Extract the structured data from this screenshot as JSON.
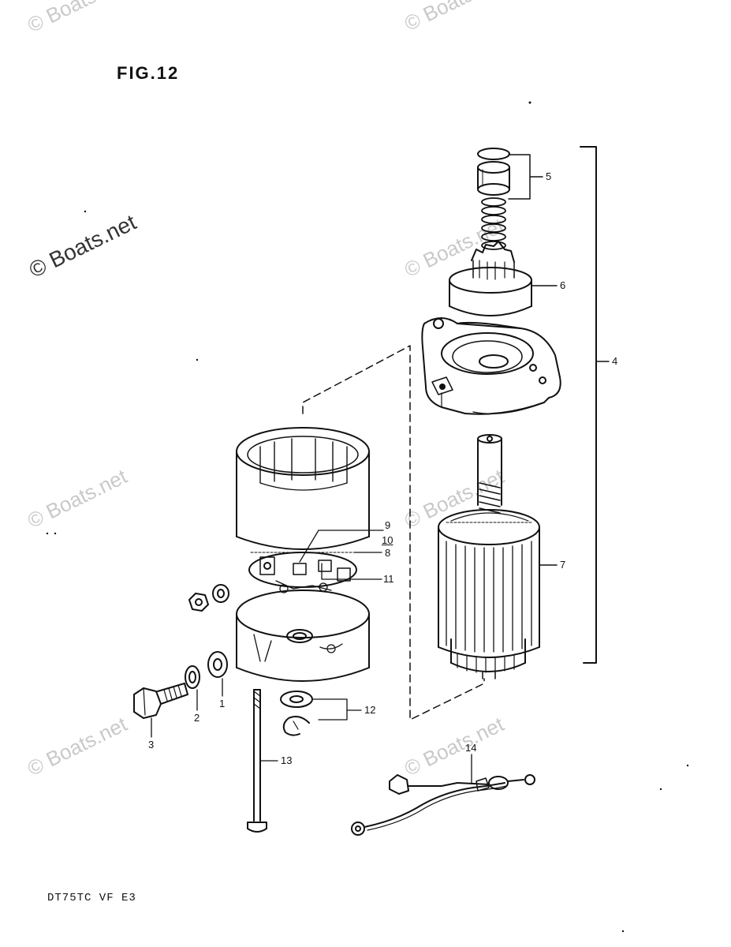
{
  "figure": {
    "title": "FIG.12",
    "footer_code": "DT75TC VF E3"
  },
  "watermark": {
    "text": "© Boats.net"
  },
  "callouts": {
    "c1": "1",
    "c2": "2",
    "c3": "3",
    "c4": "4",
    "c5": "5",
    "c6": "6",
    "c7": "7",
    "c8": "8",
    "c9": "9",
    "c10": "10",
    "c11": "11",
    "c12": "12",
    "c13": "13",
    "c14": "14"
  }
}
